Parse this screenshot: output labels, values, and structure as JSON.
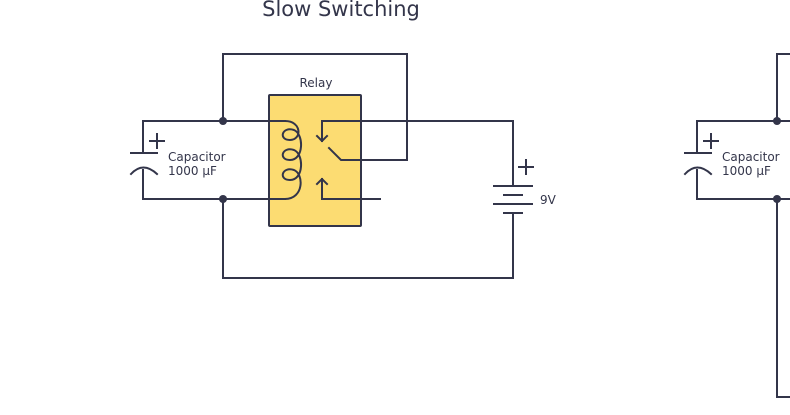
{
  "title": "Slow Switching",
  "colors": {
    "wire": "#33354a",
    "relay_fill": "#fcdc72"
  },
  "left_circuit": {
    "relay_label": "Relay",
    "capacitor": {
      "name": "Capacitor",
      "value": "1000 µF",
      "polarity": "+"
    },
    "battery": {
      "voltage": "9V",
      "polarity": "+"
    }
  },
  "right_circuit": {
    "capacitor": {
      "name": "Capacitor",
      "value": "1000 µF",
      "polarity": "+"
    }
  }
}
